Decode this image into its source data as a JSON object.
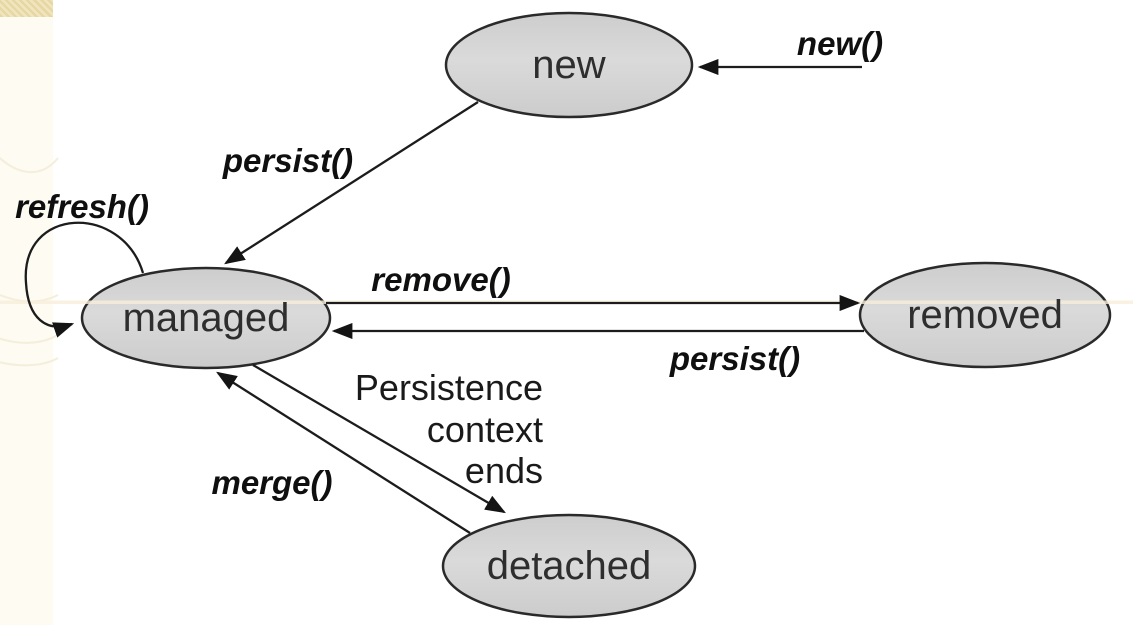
{
  "slide": {
    "background": "#ffffff",
    "accent_corner_color": "#e8d9a8",
    "left_strip_color": "#fdfbf2"
  },
  "diagram": {
    "type": "state-diagram",
    "states": [
      {
        "id": "new",
        "label": "new"
      },
      {
        "id": "managed",
        "label": "managed"
      },
      {
        "id": "removed",
        "label": "removed"
      },
      {
        "id": "detached",
        "label": "detached"
      }
    ],
    "transitions": [
      {
        "label": "new()",
        "from": "external",
        "to": "new"
      },
      {
        "label": "persist()",
        "from": "new",
        "to": "managed"
      },
      {
        "label": "refresh()",
        "from": "managed",
        "to": "managed"
      },
      {
        "label": "remove()",
        "from": "managed",
        "to": "removed"
      },
      {
        "label": "persist()",
        "from": "removed",
        "to": "managed"
      },
      {
        "label": "Persistence context ends",
        "lines": [
          "Persistence",
          "context",
          "ends"
        ],
        "from": "managed",
        "to": "detached"
      },
      {
        "label": "merge()",
        "from": "detached",
        "to": "managed"
      }
    ],
    "colors": {
      "state_fill": "#d4d4d4",
      "state_stroke": "#2a2a2a",
      "arrow": "#1c1c1c",
      "label_text": "#111111"
    }
  }
}
